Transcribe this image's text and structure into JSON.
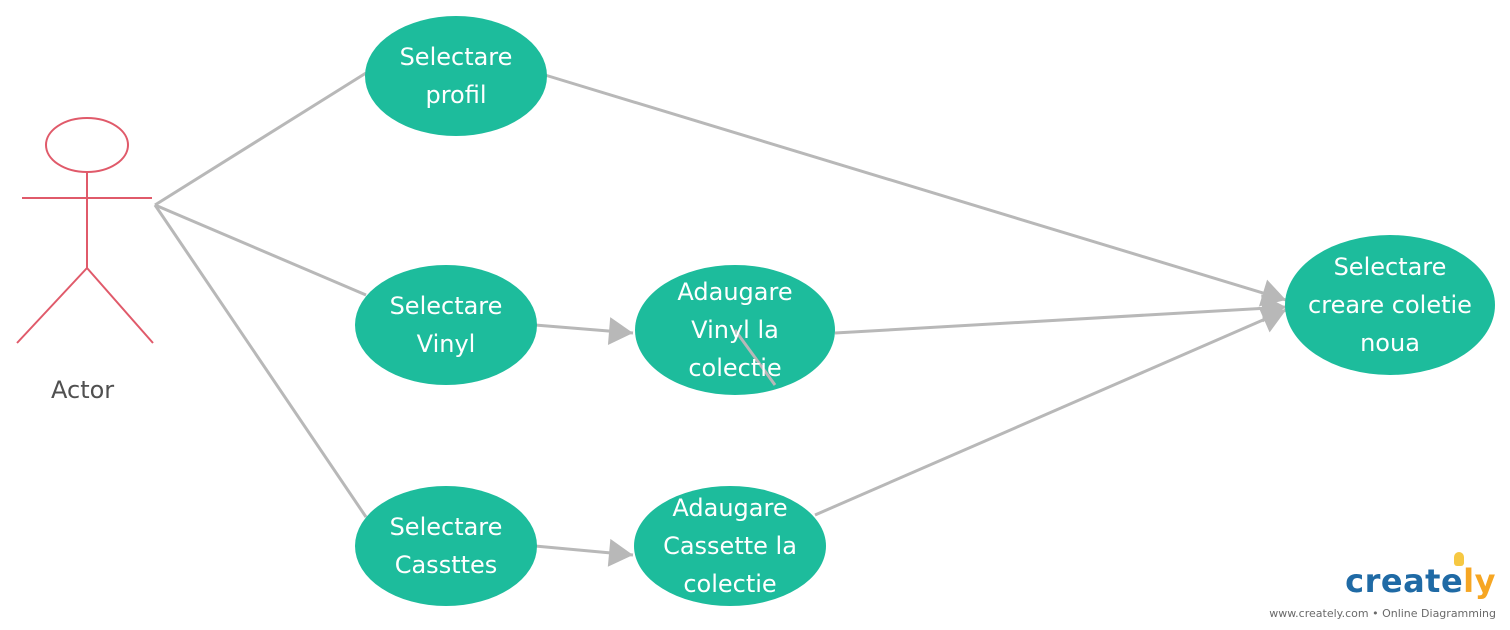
{
  "actor": {
    "label": "Actor"
  },
  "use_cases": [
    {
      "id": "selectare-profil",
      "label": "Selectare\nprofil"
    },
    {
      "id": "selectare-vinyl",
      "label": "Selectare\nVinyl"
    },
    {
      "id": "adaugare-vinyl",
      "label": "Adaugare\nVinyl la\ncolectie"
    },
    {
      "id": "selectare-cassttes",
      "label": "Selectare\nCassttes"
    },
    {
      "id": "adaugare-cassette",
      "label": "Adaugare\nCassette la\ncolectie"
    },
    {
      "id": "selectare-creare",
      "label": "Selectare\ncreare coletie\nnoua"
    }
  ],
  "connections": [
    {
      "from": "actor",
      "to": "selectare-profil",
      "arrow": false
    },
    {
      "from": "actor",
      "to": "selectare-vinyl",
      "arrow": false
    },
    {
      "from": "actor",
      "to": "selectare-cassttes",
      "arrow": false
    },
    {
      "from": "selectare-vinyl",
      "to": "adaugare-vinyl",
      "arrow": true
    },
    {
      "from": "selectare-cassttes",
      "to": "adaugare-cassette",
      "arrow": true
    },
    {
      "from": "selectare-profil",
      "to": "selectare-creare",
      "arrow": true
    },
    {
      "from": "adaugare-vinyl",
      "to": "selectare-creare",
      "arrow": true
    },
    {
      "from": "adaugare-cassette",
      "to": "selectare-creare",
      "arrow": true
    }
  ],
  "colors": {
    "use_case_fill": "#1dbc9c",
    "connector": "#b8b8b8",
    "actor_stroke": "#e05a6a"
  },
  "branding": {
    "logo_main": "create",
    "logo_accent": "ly",
    "tagline": "www.creately.com • Online Diagramming"
  }
}
